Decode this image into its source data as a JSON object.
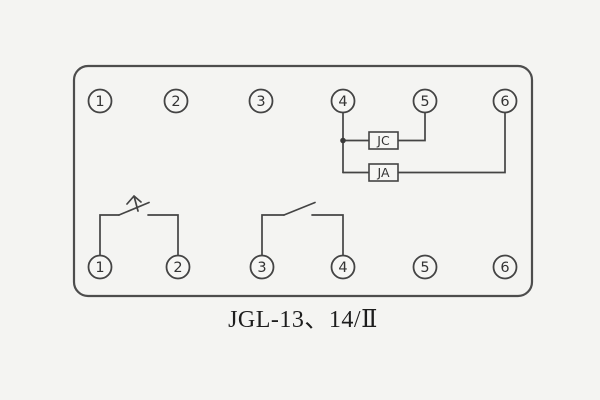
{
  "caption": "JGL-13、14/Ⅱ",
  "diagram": {
    "top_terminals": [
      "1",
      "2",
      "3",
      "4",
      "5",
      "6"
    ],
    "bottom_terminals": [
      "1",
      "2",
      "3",
      "4",
      "5",
      "6"
    ],
    "components": [
      {
        "label": "JC"
      },
      {
        "label": "JA"
      }
    ],
    "line_color": "#444444",
    "background_color": "#f4f4f2"
  }
}
